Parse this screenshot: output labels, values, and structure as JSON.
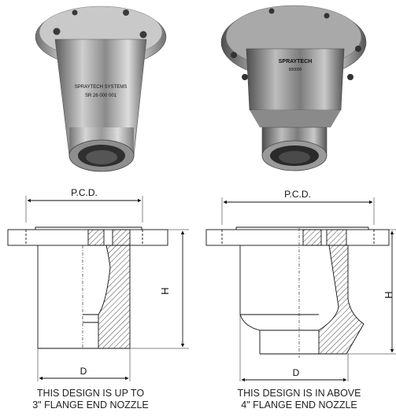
{
  "left_product": {
    "engraving_line1": "SPRAYTECH SYSTEMS",
    "engraving_line2": "SR 26 000 001"
  },
  "right_product": {
    "engraving_line1": "SPRAYTECH",
    "engraving_line2": "000000"
  },
  "left_drawing": {
    "pcd_label": "P.C.D.",
    "height_label": "H",
    "diameter_label": "D",
    "caption_line1": "THIS DESIGN IS UP TO",
    "caption_line2": "3\" FLANGE END NOZZLE"
  },
  "right_drawing": {
    "pcd_label": "P.C.D.",
    "height_label": "H",
    "diameter_label": "D",
    "caption_line1": "THIS DESIGN IS IN ABOVE",
    "caption_line2": "4\" FLANGE END NOZZLE"
  }
}
